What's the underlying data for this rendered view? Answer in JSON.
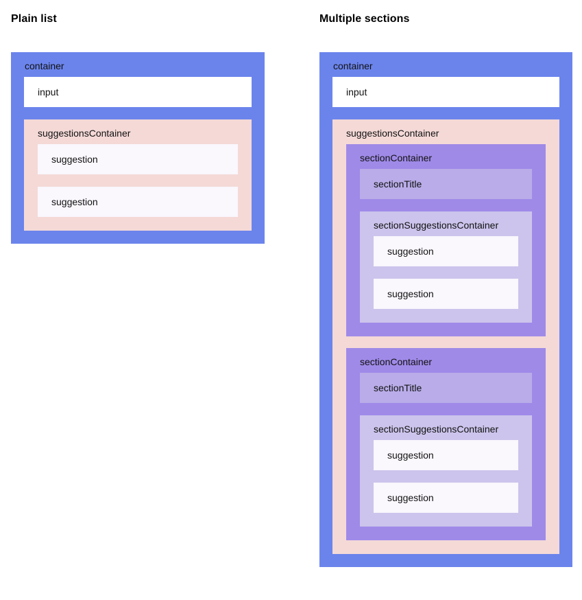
{
  "panels": [
    {
      "heading": "Plain list",
      "container": {
        "label": "container",
        "input": {
          "label": "input"
        },
        "suggestions_container": {
          "label": "suggestionsContainer",
          "suggestions": [
            {
              "label": "suggestion"
            },
            {
              "label": "suggestion"
            }
          ]
        }
      }
    },
    {
      "heading": "Multiple sections",
      "container": {
        "label": "container",
        "input": {
          "label": "input"
        },
        "suggestions_container": {
          "label": "suggestionsContainer",
          "sections": [
            {
              "label": "sectionContainer",
              "section_title": {
                "label": "sectionTitle"
              },
              "section_suggestions_container": {
                "label": "sectionSuggestionsContainer",
                "suggestions": [
                  {
                    "label": "suggestion"
                  },
                  {
                    "label": "suggestion"
                  }
                ]
              }
            },
            {
              "label": "sectionContainer",
              "section_title": {
                "label": "sectionTitle"
              },
              "section_suggestions_container": {
                "label": "sectionSuggestionsContainer",
                "suggestions": [
                  {
                    "label": "suggestion"
                  },
                  {
                    "label": "suggestion"
                  }
                ]
              }
            }
          ]
        }
      }
    }
  ],
  "colors": {
    "container": "#6b84ec",
    "input": "#ffffff",
    "suggestions_container": "#f4d9d7",
    "suggestion": "#faf7fd",
    "section_container": "#9f8ae8",
    "section_title": "#b9ace8",
    "section_suggestions_container": "#ccc4ec",
    "page_background": "#ffffff",
    "text": "#000000"
  }
}
